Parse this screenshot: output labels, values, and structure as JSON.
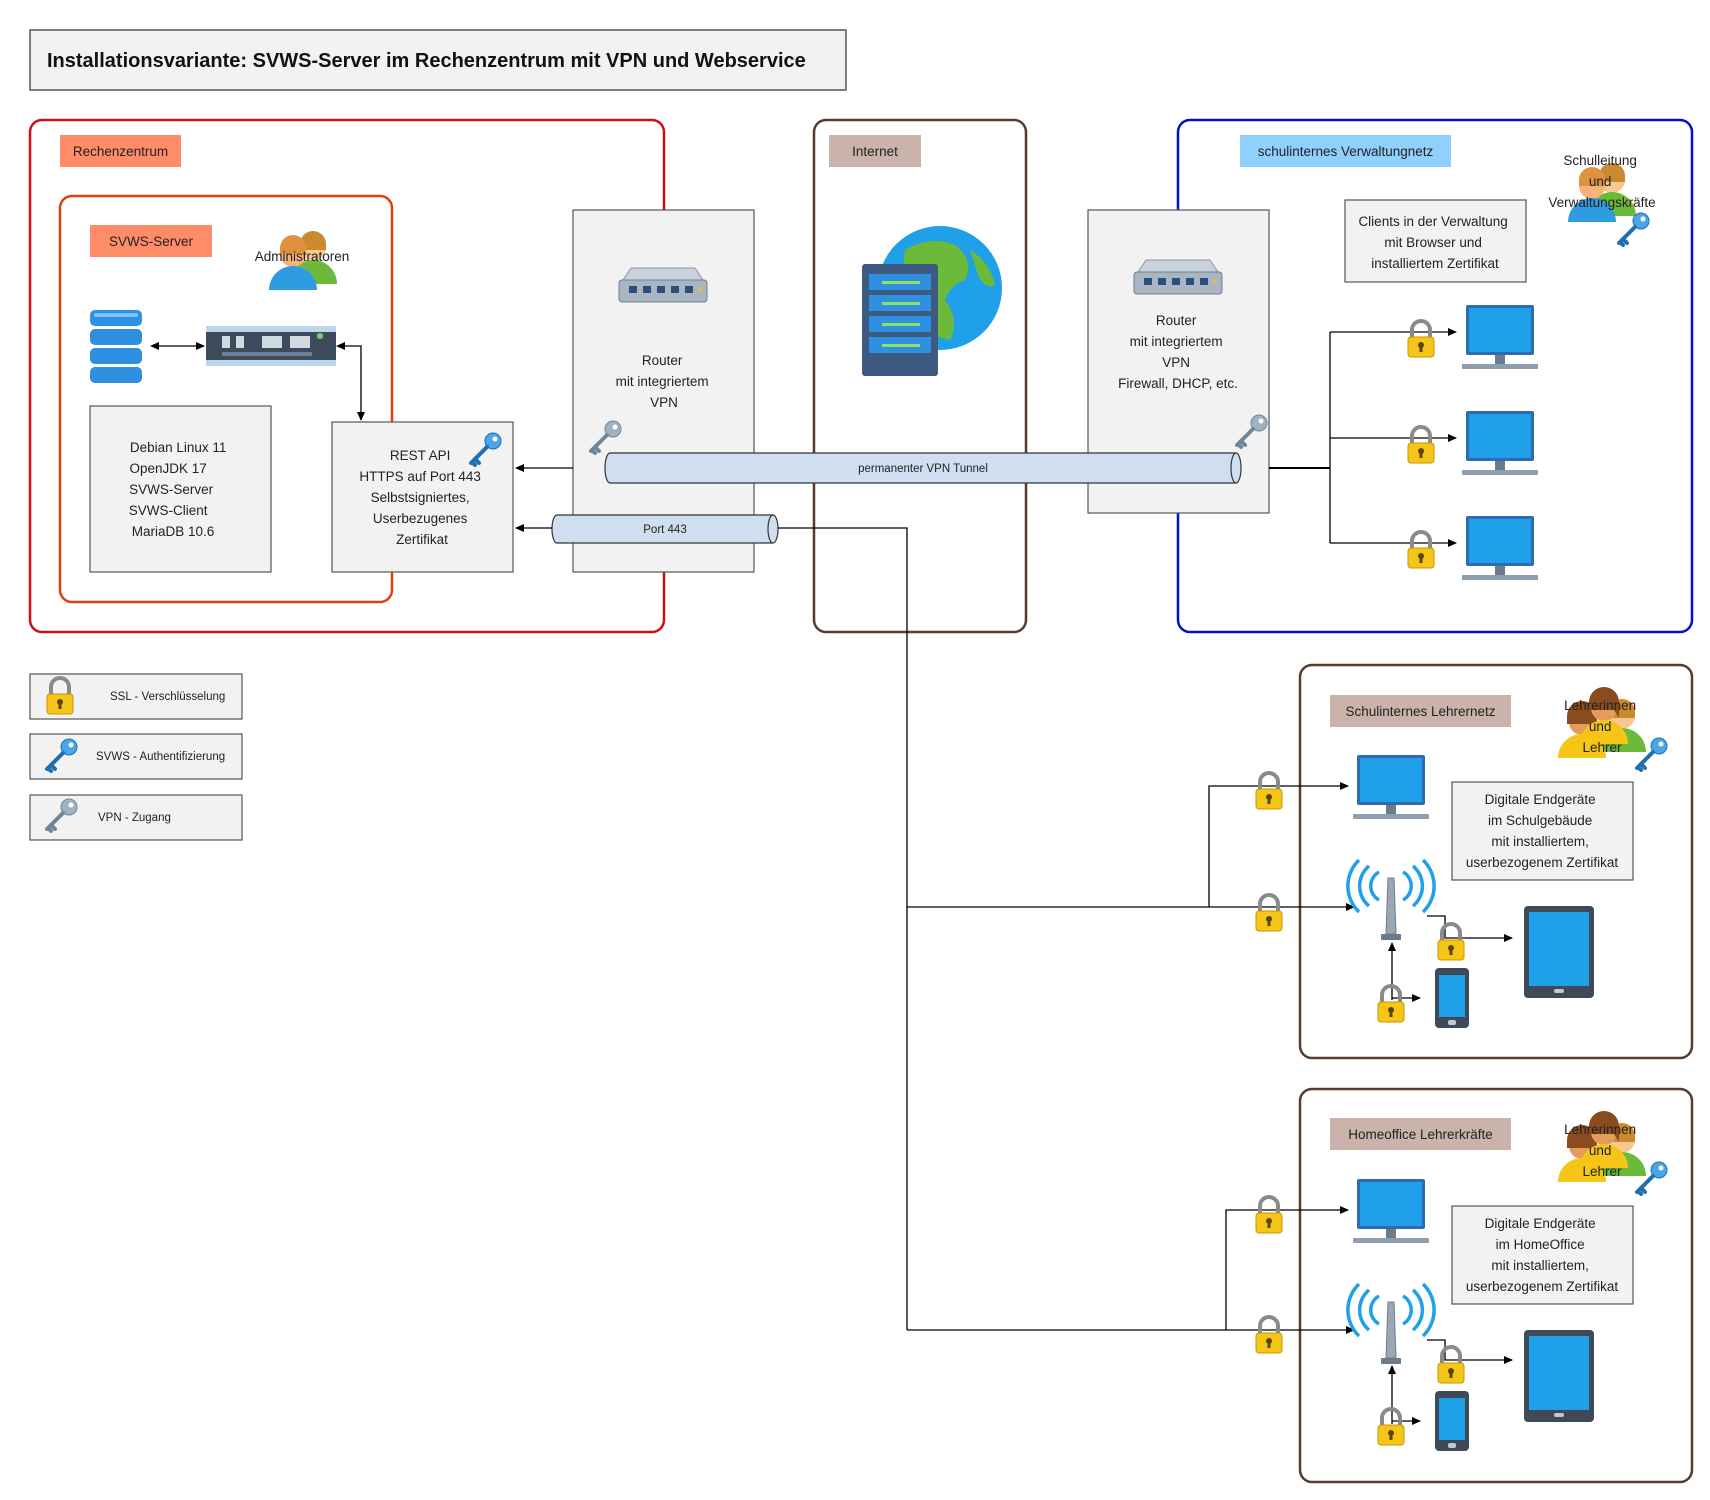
{
  "title": "Installationsvariante: SVWS-Server im Rechenzentrum mit VPN und Webservice",
  "zones": {
    "rechenzentrum": "Rechenzentrum",
    "svws_server": "SVWS-Server",
    "internet": "Internet",
    "verwaltungsnetz": "schulinternes Verwaltungnetz",
    "lehrernetz": "Schulinternes Lehrernetz",
    "homeoffice": "Homeoffice Lehrerkräfte"
  },
  "actors": {
    "admins": "Administratoren",
    "schulleitung": [
      "Schulleitung",
      "und",
      "Verwaltungskräfte"
    ],
    "lehrer_schule": [
      "Lehrerinnen",
      "und",
      "Lehrer"
    ],
    "lehrer_home": [
      "Lehrerinnen",
      "und",
      "Lehrer"
    ]
  },
  "boxes": {
    "software": [
      "Debian Linux 11",
      "OpenJDK 17",
      "SVWS-Server",
      "SVWS-Client",
      "MariaDB 10.6"
    ],
    "rest_api": [
      "REST API",
      "HTTPS auf Port 443",
      "Selbstsignierte­s,",
      "Userbezugenes",
      "Zertifikat"
    ],
    "router_rz": [
      "Router",
      "mit integriertem",
      "VPN"
    ],
    "router_school": [
      "Router",
      "mit integriertem",
      "VPN",
      "Firewall, DHCP, etc."
    ],
    "clients_verwaltung": [
      "Clients in der Verwaltung",
      "mit Browser und",
      "installiertem Zertifikat"
    ],
    "devices_school": [
      "Digitale Endgeräte",
      "im Schulgebäude",
      "mit installiertem,",
      "userbezogenem Zertifikat"
    ],
    "devices_home": [
      "Digitale Endgeräte",
      "im HomeOffice",
      "mit installiertem,",
      "userbezogenem Zertifikat"
    ]
  },
  "tunnels": {
    "vpn": "permanenter VPN Tunnel",
    "port": "Port 443"
  },
  "legend": {
    "ssl": "SSL - Verschlüsselung",
    "svws": "SVWS - Authentifizierung",
    "vpn": "VPN - Zugang"
  },
  "colors": {
    "rechenzentrum_border": "#cc1111",
    "svws_border": "#e04010",
    "internet_border": "#5a3a30",
    "verwaltung_border": "#0011cc",
    "lehrer_border": "#5a3a30",
    "orange_label": "#ff8c69",
    "brown_label": "#c9b3aa",
    "blue_label": "#8fd0ff",
    "tunnel_fill": "#cfdff0",
    "box_fill": "#f2f2f2"
  }
}
